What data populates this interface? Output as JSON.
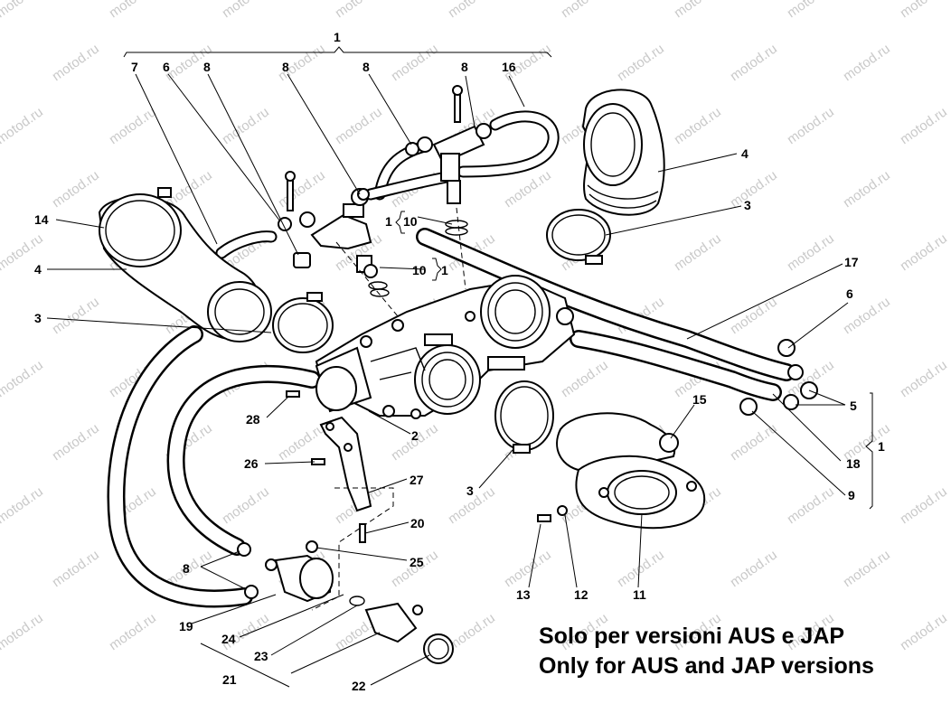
{
  "watermark": "motod.ru",
  "callouts": {
    "c1_top": "1",
    "c7": "7",
    "c6_top": "6",
    "c8_a": "8",
    "c8_b": "8",
    "c8_c": "8",
    "c8_d": "8",
    "c16": "16",
    "c4_right": "4",
    "c3_right": "3",
    "c14": "14",
    "c4_left": "4",
    "c10_a": "10",
    "c1_a": "1",
    "c10_b": "10",
    "c1_b": "1",
    "c17": "17",
    "c3_left": "3",
    "c6_right": "6",
    "c5": "5",
    "c1_right": "1",
    "c15": "15",
    "c28": "28",
    "c2": "2",
    "c26": "26",
    "c27": "27",
    "c18": "18",
    "c3_bottom": "3",
    "c9": "9",
    "c20": "20",
    "c25": "25",
    "c8_bottom": "8",
    "c19": "19",
    "c24": "24",
    "c23": "23",
    "c21": "21",
    "c22": "22",
    "c13": "13",
    "c12": "12",
    "c11": "11"
  },
  "notes": {
    "line_it": "Solo per versioni AUS e JAP",
    "line_en": "Only for AUS and JAP versions"
  }
}
